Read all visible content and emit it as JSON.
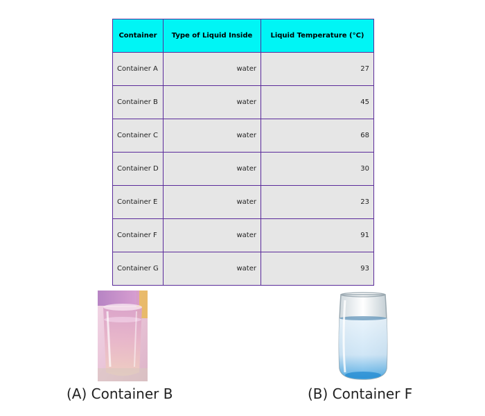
{
  "table": {
    "headers": [
      "Container",
      "Type of Liquid Inside",
      "Liquid Temperature (°C)"
    ],
    "rows": [
      {
        "container": "Container A",
        "liquid": "water",
        "temperature": "27"
      },
      {
        "container": "Container B",
        "liquid": "water",
        "temperature": "45"
      },
      {
        "container": "Container C",
        "liquid": "water",
        "temperature": "68"
      },
      {
        "container": "Container D",
        "liquid": "water",
        "temperature": "30"
      },
      {
        "container": "Container E",
        "liquid": "water",
        "temperature": "23"
      },
      {
        "container": "Container F",
        "liquid": "water",
        "temperature": "91"
      },
      {
        "container": "Container G",
        "liquid": "water",
        "temperature": "93"
      }
    ]
  },
  "images": {
    "a_caption": "(A) Container B",
    "b_caption": "(B) Container F"
  },
  "colors": {
    "header_bg": "#00f5f5",
    "cell_bg": "#e6e6e6",
    "border": "#5a2a9a"
  }
}
